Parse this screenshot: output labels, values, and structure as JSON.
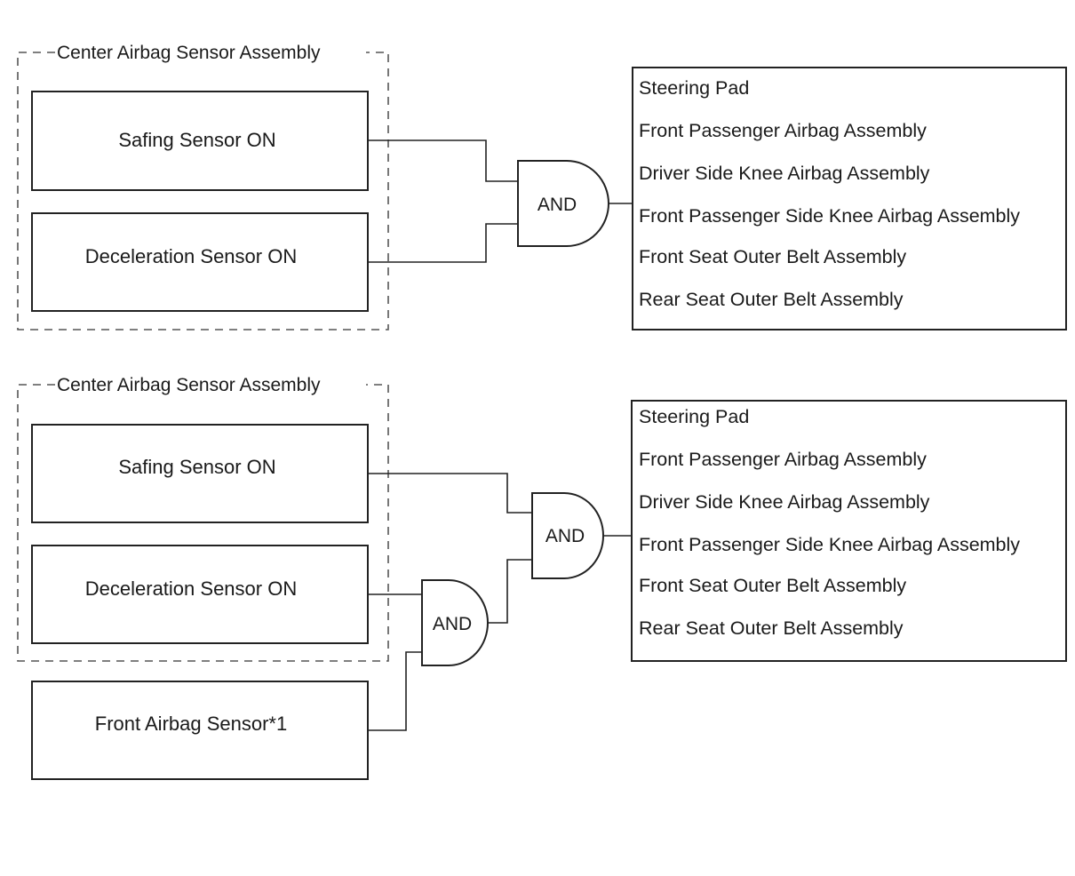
{
  "diagram_top": {
    "group_label": "Center Airbag Sensor Assembly",
    "sensor_1": "Safing Sensor ON",
    "sensor_2": "Deceleration Sensor ON",
    "gate_label": "AND",
    "outputs": [
      "Steering Pad",
      "Front Passenger Airbag Assembly",
      "Driver Side Knee Airbag Assembly",
      "Front Passenger Side Knee Airbag Assembly",
      "Front Seat Outer Belt Assembly",
      "Rear Seat Outer Belt Assembly"
    ]
  },
  "diagram_bottom": {
    "group_label": "Center Airbag Sensor Assembly",
    "sensor_1": "Safing Sensor ON",
    "sensor_2": "Deceleration Sensor ON",
    "sensor_3": "Front Airbag Sensor*1",
    "gate_inner_label": "AND",
    "gate_outer_label": "AND",
    "outputs": [
      "Steering Pad",
      "Front Passenger Airbag Assembly",
      "Driver Side Knee Airbag Assembly",
      "Front Passenger Side Knee Airbag Assembly",
      "Front Seat Outer Belt Assembly",
      "Rear Seat Outer Belt Assembly"
    ]
  }
}
